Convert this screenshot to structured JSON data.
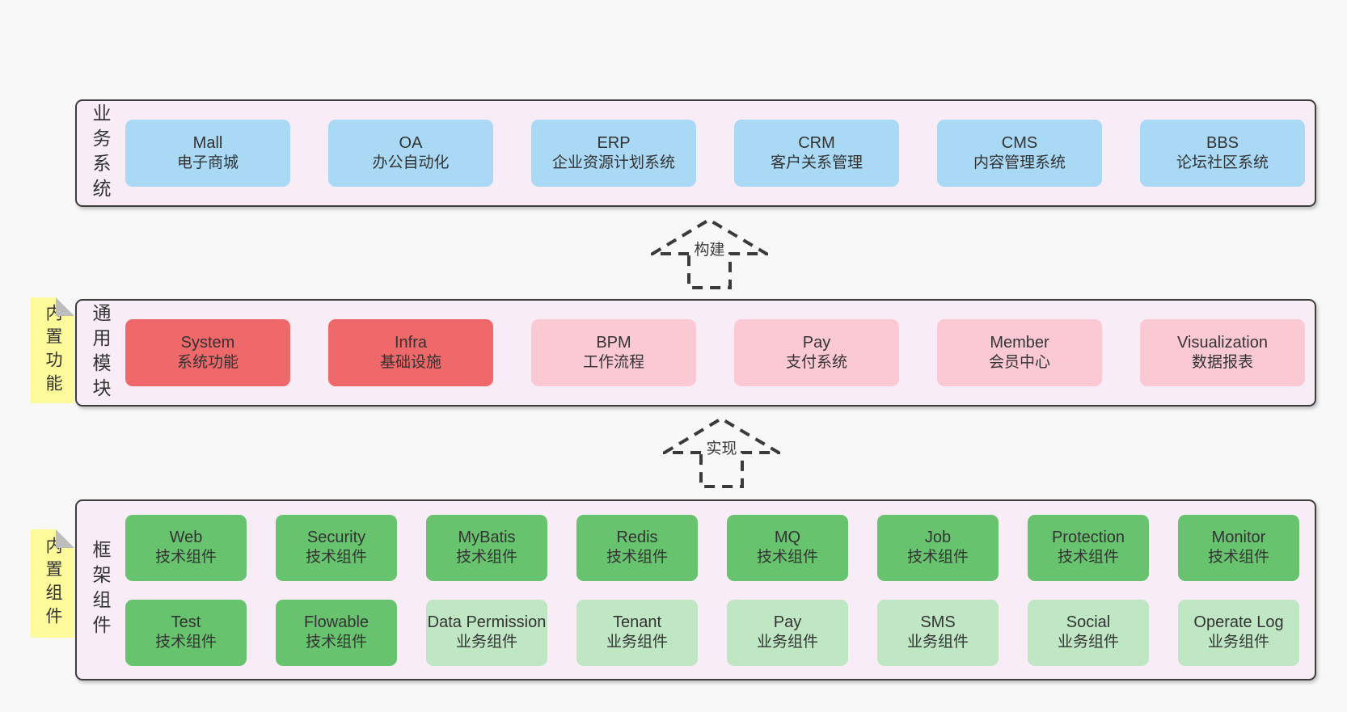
{
  "palette": {
    "page_bg": "#f8f8f8",
    "band_bg": "#f8edf6",
    "band_border": "#3d3d3d",
    "blue_box": "#a9d9f5",
    "red_box": "#ef686a",
    "pink_box": "#fbc9d4",
    "green_box": "#68c36f",
    "light_green_box": "#bfe7c4",
    "sticky_yellow": "#fcfa9b",
    "fold_gray": "#bdbdbd",
    "arrow_color": "#3a3a3a"
  },
  "arrows": [
    {
      "label": "构建"
    },
    {
      "label": "实现"
    }
  ],
  "bands": [
    {
      "label": "业务系统",
      "boxes": [
        {
          "name": "Mall",
          "desc": "电子商城"
        },
        {
          "name": "OA",
          "desc": "办公自动化"
        },
        {
          "name": "ERP",
          "desc": "企业资源计划系统"
        },
        {
          "name": "CRM",
          "desc": "客户关系管理"
        },
        {
          "name": "CMS",
          "desc": "内容管理系统"
        },
        {
          "name": "BBS",
          "desc": "论坛社区系统"
        }
      ]
    },
    {
      "label": "通用模块",
      "sticky": "内置功能",
      "boxes": [
        {
          "name": "System",
          "desc": "系统功能"
        },
        {
          "name": "Infra",
          "desc": "基础设施"
        },
        {
          "name": "BPM",
          "desc": "工作流程"
        },
        {
          "name": "Pay",
          "desc": "支付系统"
        },
        {
          "name": "Member",
          "desc": "会员中心"
        },
        {
          "name": "Visualization",
          "desc": "数据报表"
        }
      ]
    },
    {
      "label": "框架组件",
      "sticky": "内置组件",
      "rows": [
        {
          "boxes": [
            {
              "name": "Web",
              "desc": "技术组件"
            },
            {
              "name": "Security",
              "desc": "技术组件"
            },
            {
              "name": "MyBatis",
              "desc": "技术组件"
            },
            {
              "name": "Redis",
              "desc": "技术组件"
            },
            {
              "name": "MQ",
              "desc": "技术组件"
            },
            {
              "name": "Job",
              "desc": "技术组件"
            },
            {
              "name": "Protection",
              "desc": "技术组件"
            },
            {
              "name": "Monitor",
              "desc": "技术组件"
            }
          ]
        },
        {
          "boxes": [
            {
              "name": "Test",
              "desc": "技术组件"
            },
            {
              "name": "Flowable",
              "desc": "技术组件"
            },
            {
              "name": "Data Permission",
              "desc": "业务组件"
            },
            {
              "name": "Tenant",
              "desc": "业务组件"
            },
            {
              "name": "Pay",
              "desc": "业务组件"
            },
            {
              "name": "SMS",
              "desc": "业务组件"
            },
            {
              "name": "Social",
              "desc": "业务组件"
            },
            {
              "name": "Operate Log",
              "desc": "业务组件"
            }
          ]
        }
      ]
    }
  ]
}
